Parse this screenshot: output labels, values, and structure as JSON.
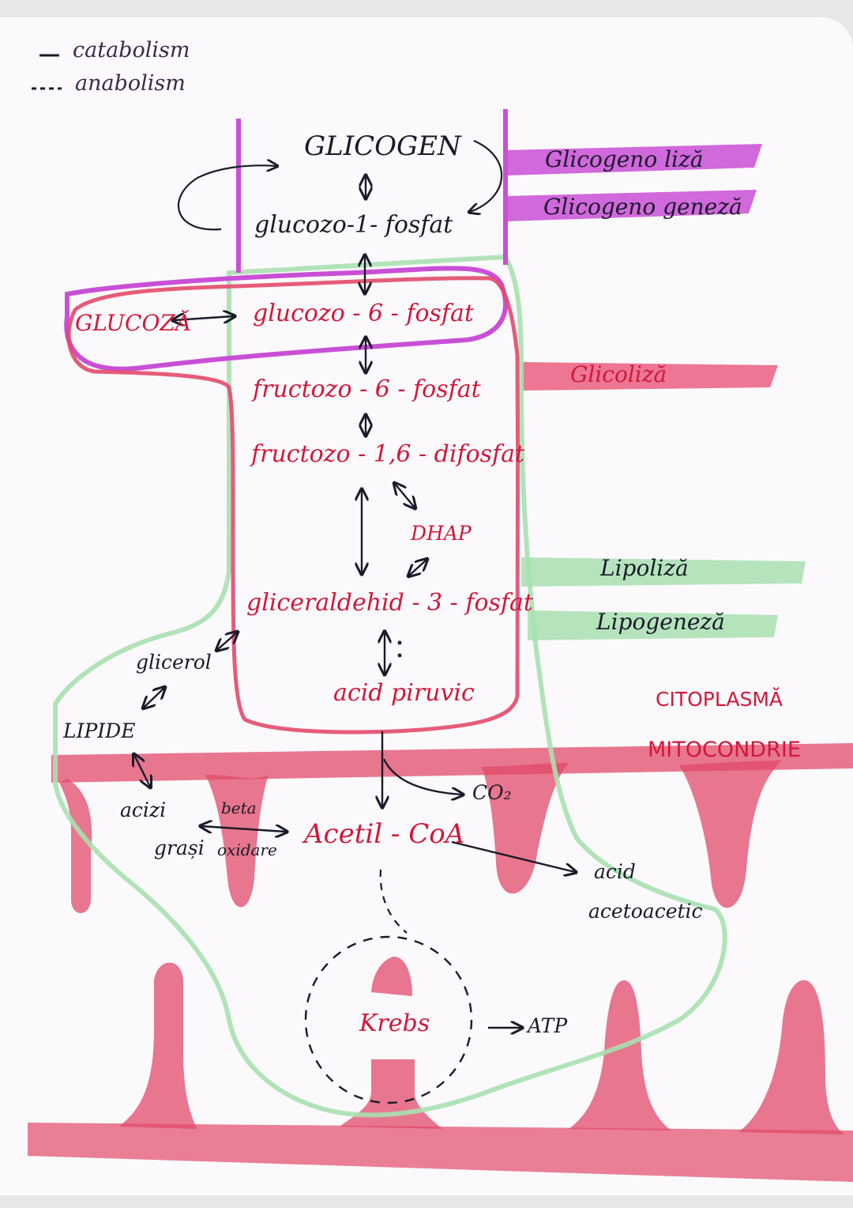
{
  "legend": {
    "catabolism": "catabolism",
    "anabolism": "anabolism"
  },
  "nodes": {
    "glicogen": "GLICOGEN",
    "glucozo_1_fosfat": "glucozo-1- fosfat",
    "glucoza": "GLUCOZĂ",
    "glucozo_6_fosfat": "glucozo - 6 - fosfat",
    "fructozo_6_fosfat": "fructozo - 6 - fosfat",
    "fructozo_16_difosfat": "fructozo - 1,6 - difosfat",
    "dhap": "DHAP",
    "gliceraldehid": "gliceraldehid - 3 - fosfat",
    "acid_piruvic": "acid piruvic",
    "glicerol": "glicerol",
    "lipide": "LIPIDE",
    "acizi": "acizi",
    "grasi": "grași",
    "beta": "beta",
    "oxidare": "oxidare",
    "acetil_coa": "Acetil - CoA",
    "co2": "CO₂",
    "acid": "acid",
    "acetoacetic": "acetoacetic",
    "krebs": "Krebs",
    "atp": "ATP"
  },
  "tags": {
    "glicogenoliza": "Glicogeno liză",
    "glicogenogeneza": "Glicogeno geneză",
    "glicoliza": "Glicoliză",
    "lipoliza": "Lipoliză",
    "lipogeneza": "Lipogeneză"
  },
  "compartments": {
    "citoplasma": "CITOPLASMĂ",
    "mitocondrie": "MITOCONDRIE"
  },
  "colors": {
    "magenta": "#c94fd6",
    "red": "#e24a6a",
    "green": "#a8e0b0",
    "ink": "#1a1a2a"
  }
}
